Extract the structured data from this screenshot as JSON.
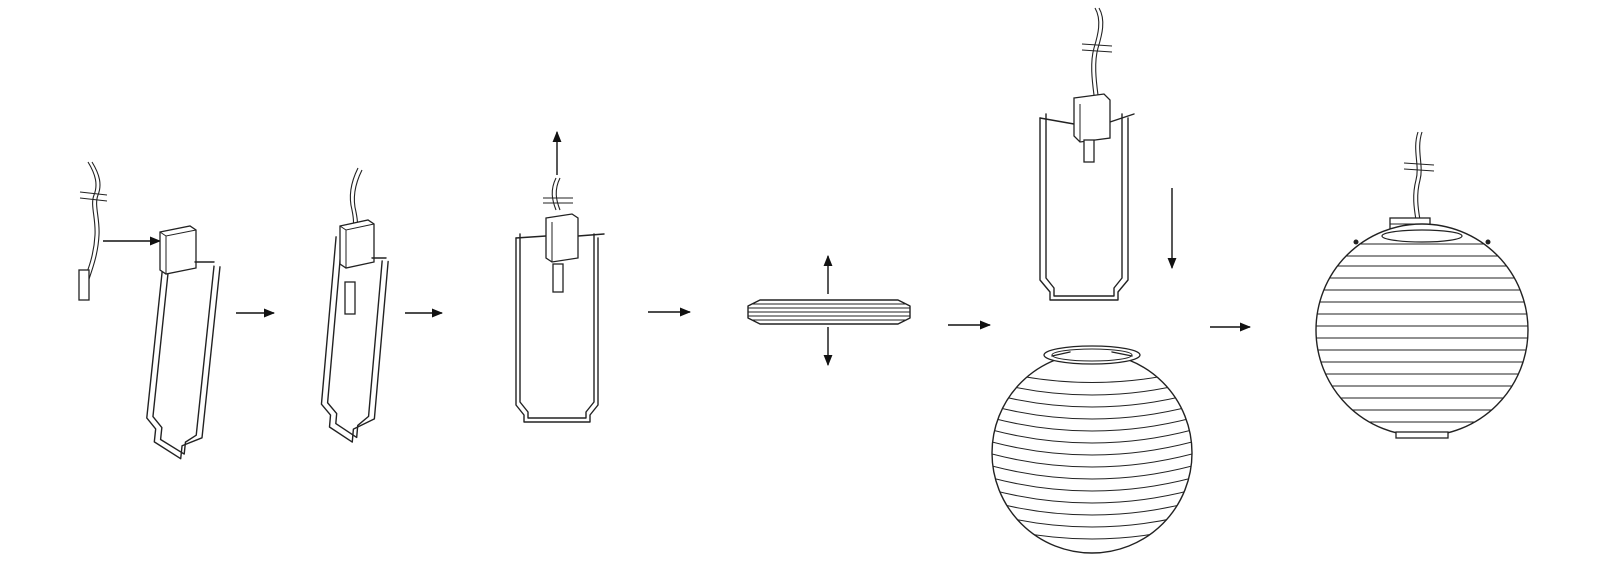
{
  "diagram": {
    "steps": [
      {
        "id": 1,
        "icon": "cord-and-frame-icon"
      },
      {
        "id": 2,
        "icon": "frame-with-socket-icon"
      },
      {
        "id": 3,
        "icon": "frame-lifted-icon"
      },
      {
        "id": 4,
        "icon": "collapsed-shade-icon"
      },
      {
        "id": 5,
        "icon": "frame-into-shade-icon"
      },
      {
        "id": 6,
        "icon": "assembled-lamp-icon"
      }
    ],
    "line_color": "#222222"
  }
}
